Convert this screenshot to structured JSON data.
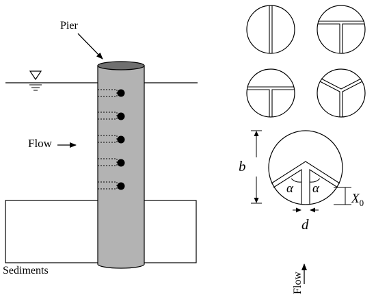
{
  "labels": {
    "pier": "Pier",
    "flow_left": "Flow",
    "sediments": "Sediments",
    "flow_bottom": "Flow",
    "dim_b": "b",
    "dim_alpha_left": "α",
    "dim_alpha_right": "α",
    "dim_x0": "X",
    "dim_x0_sub": "0",
    "dim_d": "d"
  },
  "slot_configurations": [
    "single-slot",
    "T-slot",
    "inverted-T-slot",
    "Y-slot"
  ],
  "probe_count": 5,
  "colors": {
    "pier_fill": "#b3b3b3",
    "pier_top": "#6f6f6f",
    "line": "#000000"
  }
}
